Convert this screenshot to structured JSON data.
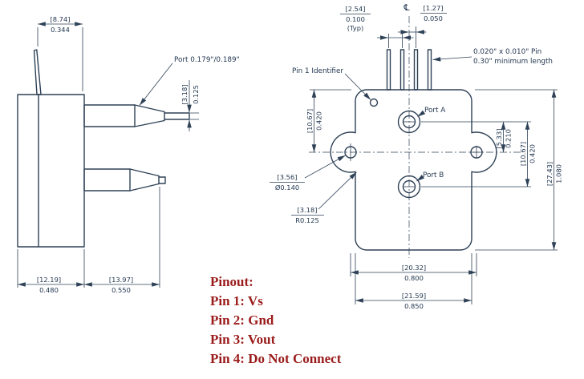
{
  "colors": {
    "line": "#2e4156",
    "dimension_text": "#233750",
    "pinout_red": "#9b1b1b",
    "background": "#ffffff"
  },
  "side_view": {
    "port_label": "Port 0.179\"/0.189\"",
    "dims": {
      "pin_offset_mm": "[8.74]",
      "pin_offset_in": "0.344",
      "tube_od_mm": "[3.18]",
      "tube_od_in": "0.125",
      "body_width_mm": "[12.19]",
      "body_width_in": "0.480",
      "port_length_mm": "[13.97]",
      "port_length_in": "0.550"
    }
  },
  "front_view": {
    "labels": {
      "pin1_identifier": "Pin 1 Identifier",
      "port_a": "Port A",
      "port_b": "Port B",
      "pin_note_1": "0.020\" x 0.010\" Pin",
      "pin_note_2": "0.30\" minimum length",
      "centerline": "℄"
    },
    "dims": {
      "pin_pitch_mm": "[2.54]",
      "pin_pitch_in": "0.100",
      "pin_pitch_typ": "(Typ)",
      "pin_cl_offset_mm": "[1.27]",
      "pin_cl_offset_in": "0.050",
      "top_to_holes_mm": "[10.67]",
      "top_to_holes_in": "0.420",
      "hole_dia_mm": "[3.56]",
      "hole_dia_in": "Ø0.140",
      "ear_radius_mm": "[3.18]",
      "ear_radius_in": "R0.125",
      "porta_to_holes_mm": "[5.33]",
      "porta_to_holes_in": "0.210",
      "porta_to_portb_mm": "[10.67]",
      "porta_to_portb_in": "0.420",
      "overall_height_mm": "[27.43]",
      "overall_height_in": "1.080",
      "hole_span_mm": "[20.32]",
      "hole_span_in": "0.800",
      "overall_width_mm": "[21.59]",
      "overall_width_in": "0.850"
    }
  },
  "pinout": {
    "title": "Pinout:",
    "pin1": "Pin 1: Vs",
    "pin2": "Pin 2: Gnd",
    "pin3": "Pin 3: Vout",
    "pin4": "Pin 4: Do Not Connect"
  }
}
